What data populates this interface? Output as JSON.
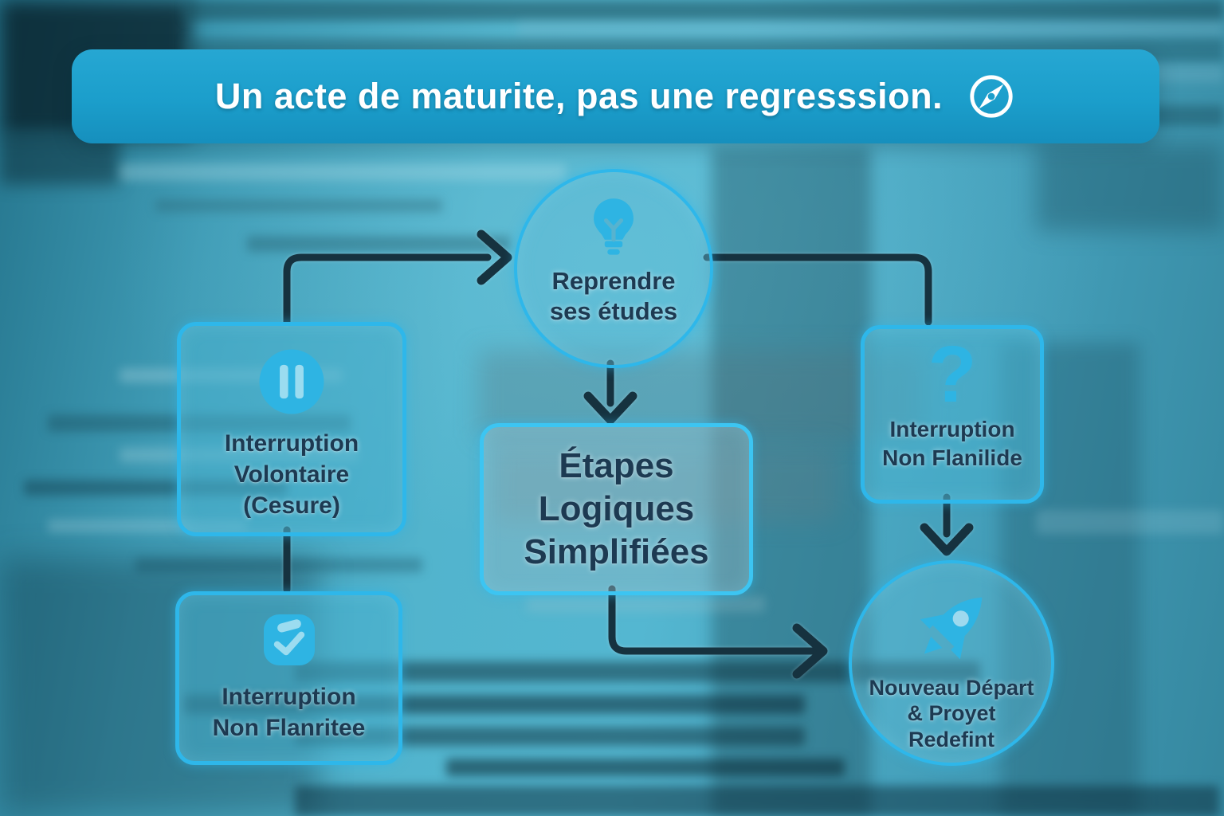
{
  "banner": {
    "title": "Un acte de maturite, pas une regresssion.",
    "icon": "compass-icon"
  },
  "flow": {
    "reprendre": {
      "lines": [
        "Reprendre",
        "ses études"
      ],
      "icon": "lightbulb-icon"
    },
    "volontaire": {
      "lines": [
        "Interruption",
        "Volontaire",
        "(Cesure)"
      ],
      "icon": "pause-icon"
    },
    "flanritee": {
      "lines": [
        "Interruption",
        "Non Flanritee"
      ],
      "icon": "checklist-icon"
    },
    "etapes": {
      "lines": [
        "Étapes",
        "Logiques",
        "Simplifiées"
      ]
    },
    "flanilide": {
      "lines": [
        "Interruption",
        "Non Flanilide"
      ],
      "icon": "question-icon",
      "glyph": "?"
    },
    "depart": {
      "lines": [
        "Nouveau Départ",
        "& Proyet",
        "Redefint"
      ],
      "icon": "rocket-icon"
    }
  },
  "colors": {
    "banner_bg": "#1b9ecb",
    "node_border": "#2eb7ea",
    "icon_fill": "#2eb4e3",
    "icon_detail": "#9bdcf0",
    "arrow": "#16323f",
    "text_dark": "#1d3a52",
    "title_text": "#ffffff"
  }
}
